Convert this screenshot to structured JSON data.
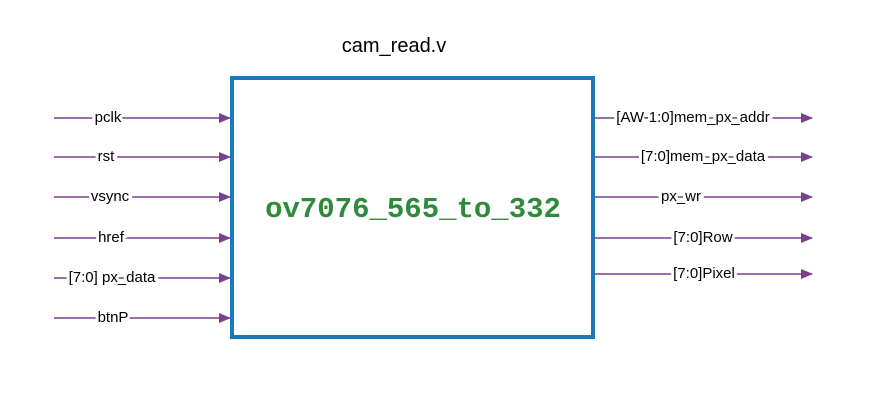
{
  "file_name": "cam_read.v",
  "module_name": "ov7076_565_to_332",
  "colors": {
    "box_border": "#1a7ab8",
    "wire": "#7b3f8f",
    "module_text": "#2e8b3a"
  },
  "inputs": [
    "pclk",
    "rst",
    "vsync",
    "href",
    "[7:0] px_data",
    "btnP"
  ],
  "outputs": [
    "[AW-1:0]mem_px_addr",
    "[7:0]mem_px_data",
    "px_wr",
    "[7:0]Row",
    "[7:0]Pixel"
  ]
}
